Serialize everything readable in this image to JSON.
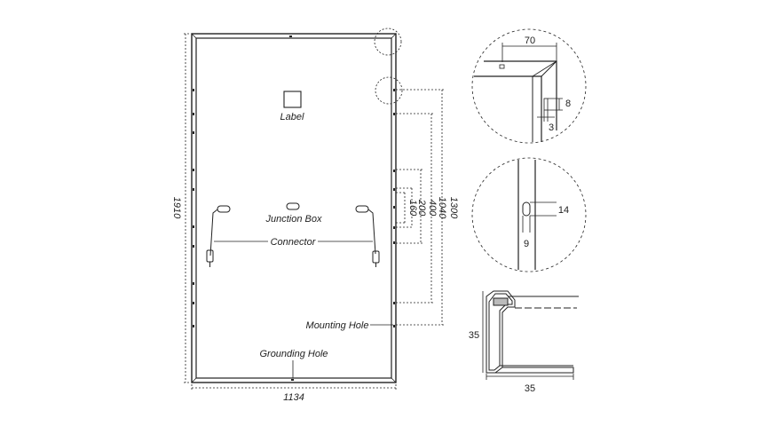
{
  "labels": {
    "label": "Label",
    "junction_box": "Junction Box",
    "connector": "Connector",
    "mounting_hole": "Mounting Hole",
    "grounding_hole": "Grounding Hole"
  },
  "dimensions": {
    "height": "1910",
    "width": "1134",
    "d1300": "1300",
    "d1040": "1040",
    "d400": "400",
    "d200": "200",
    "d160": "160"
  },
  "detail_corner": {
    "width": "70",
    "hole_h": "8",
    "hole_w": "3"
  },
  "detail_hole": {
    "slot_h": "14",
    "slot_w": "9"
  },
  "profile": {
    "height": "35",
    "width": "35"
  },
  "colors": {
    "line": "#222222",
    "frame_fill": "#f2f2f2"
  }
}
